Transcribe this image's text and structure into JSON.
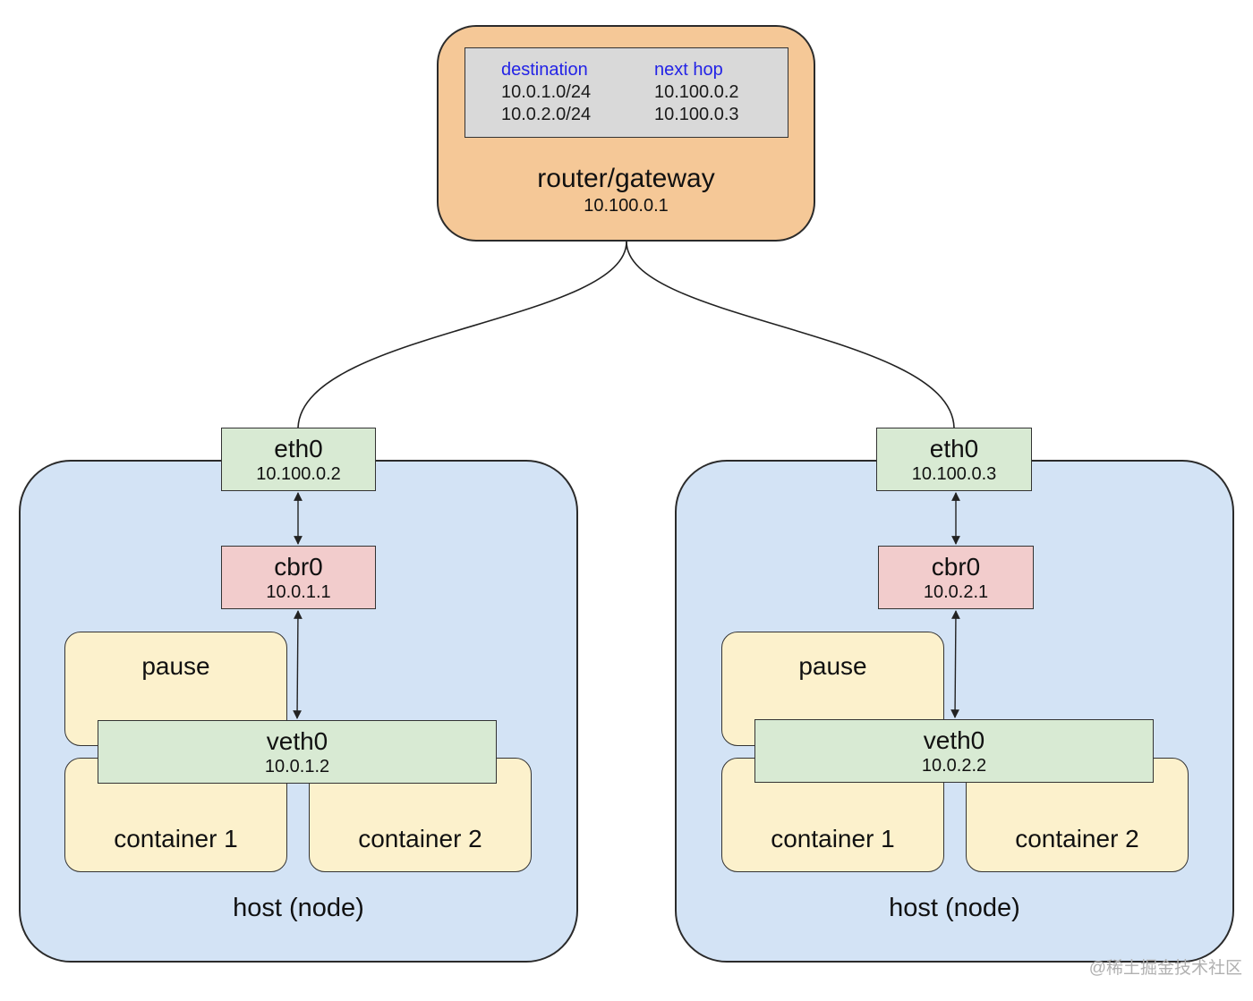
{
  "router": {
    "title": "router/gateway",
    "ip": "10.100.0.1",
    "route_table": {
      "headers": {
        "destination": "destination",
        "next_hop": "next hop"
      },
      "rows": [
        {
          "destination": "10.0.1.0/24",
          "next_hop": "10.100.0.2"
        },
        {
          "destination": "10.0.2.0/24",
          "next_hop": "10.100.0.3"
        }
      ]
    }
  },
  "hosts": [
    {
      "label": "host (node)",
      "eth": {
        "name": "eth0",
        "ip": "10.100.0.2"
      },
      "cbr": {
        "name": "cbr0",
        "ip": "10.0.1.1"
      },
      "veth": {
        "name": "veth0",
        "ip": "10.0.1.2"
      },
      "pause": "pause",
      "containers": [
        "container 1",
        "container 2"
      ]
    },
    {
      "label": "host (node)",
      "eth": {
        "name": "eth0",
        "ip": "10.100.0.3"
      },
      "cbr": {
        "name": "cbr0",
        "ip": "10.0.2.1"
      },
      "veth": {
        "name": "veth0",
        "ip": "10.0.2.2"
      },
      "pause": "pause",
      "containers": [
        "container 1",
        "container 2"
      ]
    }
  ],
  "watermark": "@稀土掘金技术社区",
  "colors": {
    "router_fill": "#f5c897",
    "route_table_fill": "#d9d9d9",
    "table_header_text": "#2323e6",
    "host_fill": "#d3e3f5",
    "eth_fill": "#d8ead3",
    "cbr_fill": "#f2cccc",
    "veth_fill": "#d8ead3",
    "pod_fill": "#fcf1cc"
  }
}
